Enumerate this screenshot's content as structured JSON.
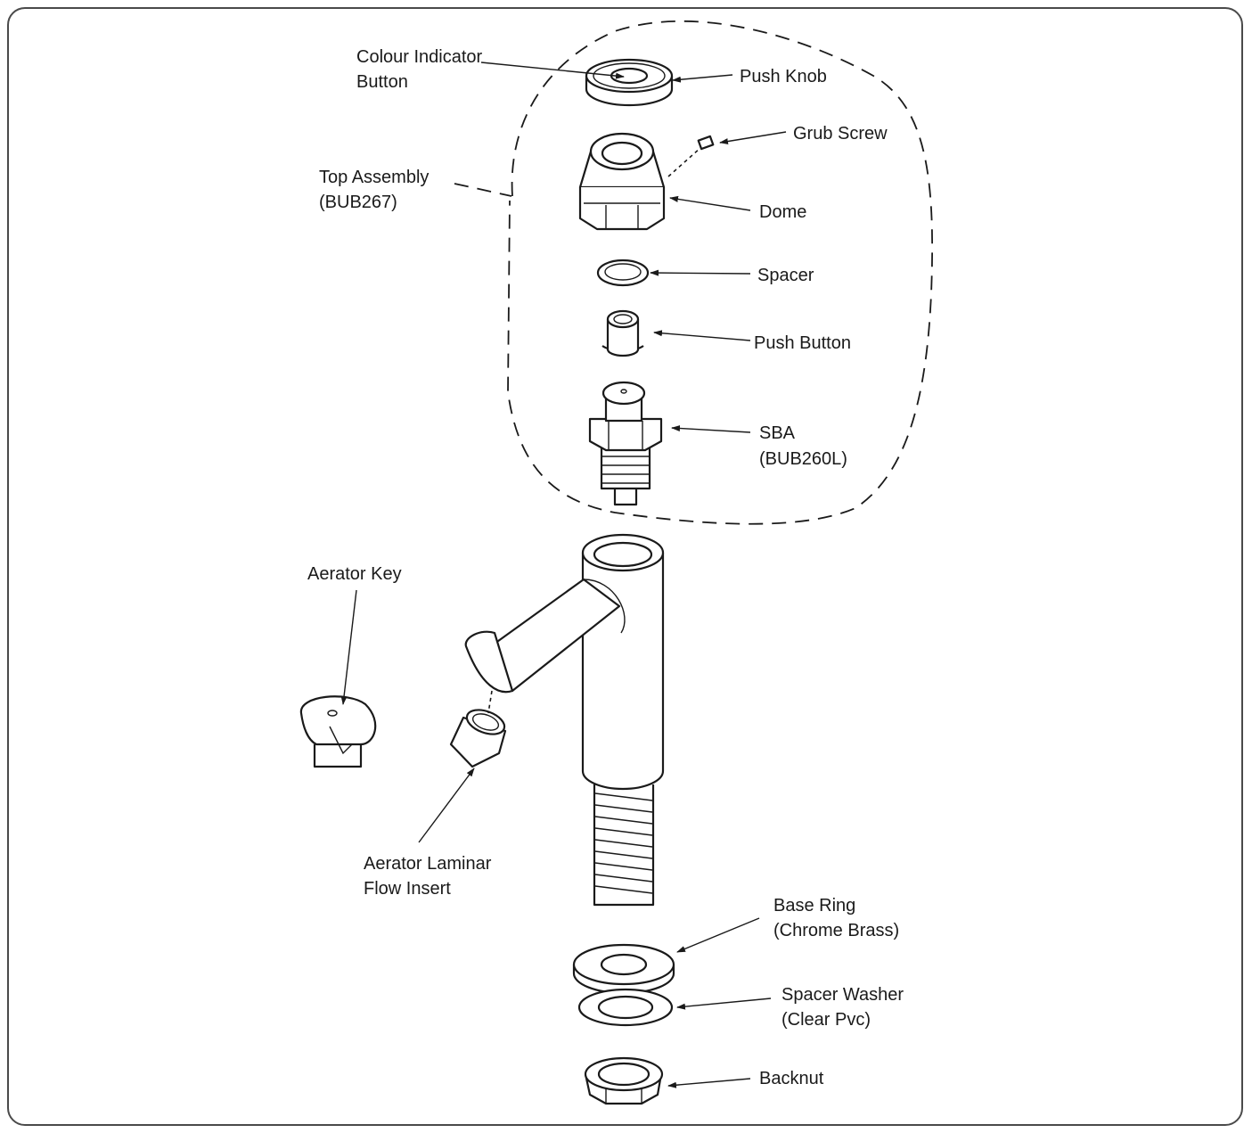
{
  "labels": {
    "colour_indicator_1": "Colour Indicator",
    "colour_indicator_2": "Button",
    "push_knob": "Push Knob",
    "grub_screw": "Grub Screw",
    "top_assembly_1": "Top Assembly",
    "top_assembly_2": "(BUB267)",
    "dome": "Dome",
    "spacer": "Spacer",
    "push_button": "Push Button",
    "sba_1": "SBA",
    "sba_2": "(BUB260L)",
    "aerator_key": "Aerator Key",
    "aerator_insert_1": "Aerator Laminar",
    "aerator_insert_2": "Flow Insert",
    "base_ring_1": "Base Ring",
    "base_ring_2": "(Chrome Brass)",
    "spacer_washer_1": "Spacer Washer",
    "spacer_washer_2": "(Clear Pvc)",
    "backnut": "Backnut"
  }
}
